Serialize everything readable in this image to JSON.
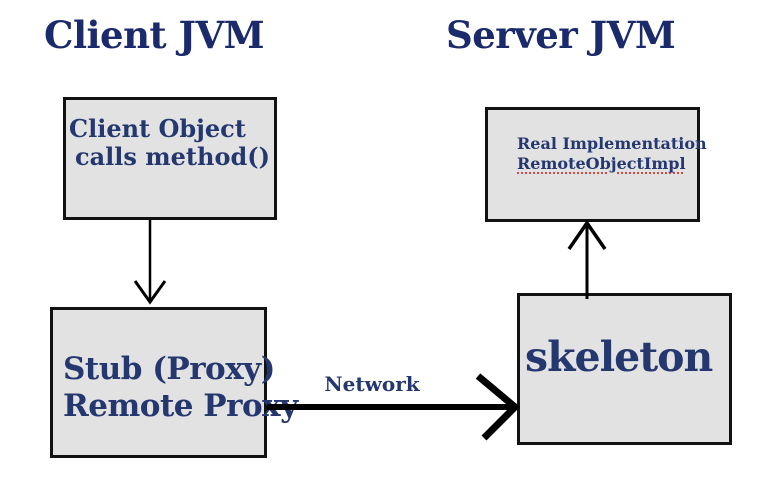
{
  "titles": {
    "client_jvm": "Client JVM",
    "server_jvm": "Server JVM"
  },
  "boxes": {
    "client_object": {
      "line1": "Client Object",
      "line2": "calls method()"
    },
    "stub": {
      "line1": "Stub (Proxy)",
      "line2": "Remote Proxy"
    },
    "real_implementation": {
      "line1": "Real Implementation",
      "line2": "RemoteObjectImpl"
    },
    "skeleton": {
      "label": "skeleton"
    }
  },
  "arrows": {
    "network_label": "Network"
  },
  "colors": {
    "title_navy": "#1b2a6b",
    "text_navy": "#24376f",
    "box_fill": "#e2e2e2",
    "box_border": "#121212",
    "arrow_black": "#000000",
    "spellcheck_red": "#cb4b48",
    "background": "#ffffff"
  }
}
